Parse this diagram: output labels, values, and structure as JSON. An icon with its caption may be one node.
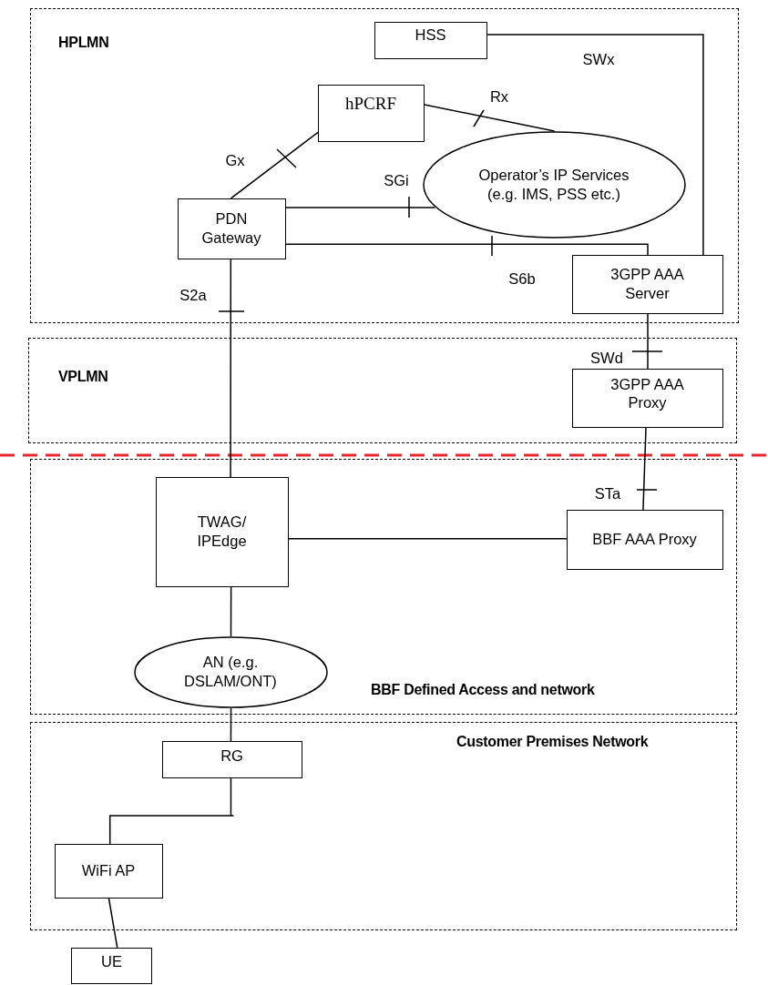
{
  "diagram": {
    "nodes": [
      {
        "text": [
          "HPLMN"
        ]
      },
      {
        "text": [
          "HSS"
        ],
        "in": 0
      },
      {
        "text": [
          "hPCRF"
        ],
        "in": 0
      },
      {
        "text": [
          "Operator’s IP Services (e.g. IMS, PSS etc.)"
        ],
        "in": 0
      },
      {
        "text": [
          "PDN Gateway"
        ],
        "in": 0
      },
      {
        "text": [
          "3GPP AAA Server"
        ],
        "in": 0
      },
      {
        "text": [
          "VPLMN"
        ]
      },
      {
        "text": [
          "3GPP AAA Proxy"
        ],
        "in": 6
      },
      {
        "text": [
          "BBF Defined Access and network"
        ]
      },
      {
        "text": [
          "TWAG/ IPEdge"
        ],
        "in": 8
      },
      {
        "text": [
          "BBF AAA Proxy"
        ],
        "in": 8
      },
      {
        "text": [
          "AN (e.g. DSLAM/ONT)"
        ],
        "in": 8
      },
      {
        "text": [
          "Customer Premises Network"
        ]
      },
      {
        "text": [
          "RG"
        ],
        "in": 12
      },
      {
        "text": [
          "WiFi AP"
        ],
        "in": 12
      },
      {
        "text": [
          "UE"
        ]
      }
    ],
    "edges": [
      {
        "from": 1,
        "to": 5,
        "arrow": "none",
        "label": "SWx"
      },
      {
        "from": 2,
        "to": 3,
        "arrow": "none",
        "label": "Rx"
      },
      {
        "from": 4,
        "to": 2,
        "arrow": "none",
        "label": "Gx"
      },
      {
        "from": 4,
        "to": 3,
        "arrow": "none",
        "label": "SGi"
      },
      {
        "from": 4,
        "to": 5,
        "arrow": "none",
        "label": "S6b"
      },
      {
        "from": 4,
        "to": 9,
        "arrow": "none",
        "label": "S2a"
      },
      {
        "from": 5,
        "to": 7,
        "arrow": "none",
        "label": "SWd"
      },
      {
        "from": 7,
        "to": 10,
        "arrow": "none",
        "label": "STa"
      },
      {
        "from": 9,
        "to": 10,
        "arrow": "none"
      },
      {
        "from": 9,
        "to": 11,
        "arrow": "none"
      },
      {
        "from": 11,
        "to": 13,
        "arrow": "none"
      },
      {
        "from": 13,
        "to": 14,
        "arrow": "none"
      },
      {
        "from": 14,
        "to": 15,
        "arrow": "none"
      }
    ]
  }
}
